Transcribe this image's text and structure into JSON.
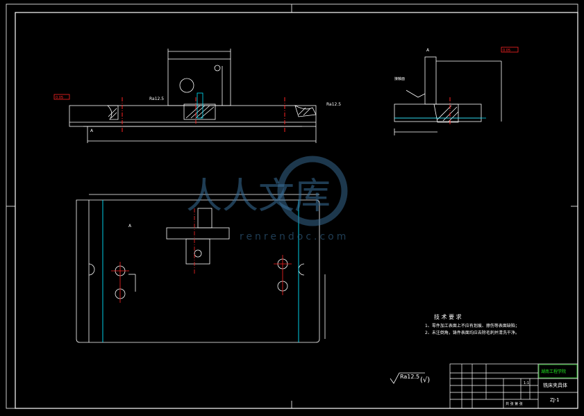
{
  "drawing": {
    "surface_finish_top": "Ra12.5",
    "surface_finish_right": "Ra12.5",
    "finish_symbol_general": "Ra12.5",
    "finish_symbol_paren": "(√)",
    "red_tag_left": "0.05",
    "red_tag_right": "0.05",
    "label_A_top": "A",
    "label_A_plan": "A",
    "label_A_side": "A",
    "side_note": "接触面",
    "tech_req": {
      "title": "技 术 要 求",
      "items": [
        "1、零件加工表面上不应有划痕、擦伤等表面缺陷；",
        "2、未注倒角，铸件表面均应去除毛刺并清洗干净。"
      ]
    },
    "title_block": {
      "school": "湖南工程学院",
      "drawing_name": "铣床夹具体",
      "drawing_number": "ZJ-1",
      "scale": "1:1",
      "sheet_label": "共 张 第 张"
    }
  },
  "colors": {
    "line": "#ffffff",
    "red": "#ff2222",
    "cyan": "#00e5ff",
    "green_box": "#22aa22",
    "watermark": "#3a6f9a"
  },
  "watermark": {
    "cn": "人人文库",
    "en": "renrendoc.com"
  }
}
